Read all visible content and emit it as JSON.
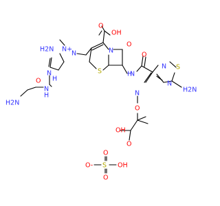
{
  "colors": {
    "carbon": "#000000",
    "nitrogen": "#3333ff",
    "oxygen": "#ff0000",
    "sulfur": "#b2a800",
    "background": "#ffffff"
  },
  "molecule": {
    "atoms": {
      "amino_imidazolium": "H2N",
      "methyl_n_plus": "N+",
      "ring_n": "N",
      "urea_nh_1": "N",
      "urea_h_1": "H",
      "urea_o": "O",
      "urea_nh_2": "N",
      "urea_h_2": "H",
      "ethyl_amine": "H2N",
      "acid_top": "OH",
      "acid_top_o": "O",
      "lactam_n": "N",
      "lactam_o": "O",
      "ring_s": "S",
      "amide_nh": "N",
      "amide_h": "H",
      "amide_o": "O",
      "thiadiazole_s": "S",
      "thiadiazole_n1": "N",
      "thiadiazole_n2": "N",
      "thiadiazole_nh2": "H2N",
      "oxime_n": "N",
      "oxime_o": "O",
      "acid2_o": "O",
      "acid2_oh": "OH"
    },
    "counterion": {
      "o_minus": "O-",
      "s": "S",
      "o1": "O",
      "o2": "O",
      "oh": "OH"
    }
  }
}
